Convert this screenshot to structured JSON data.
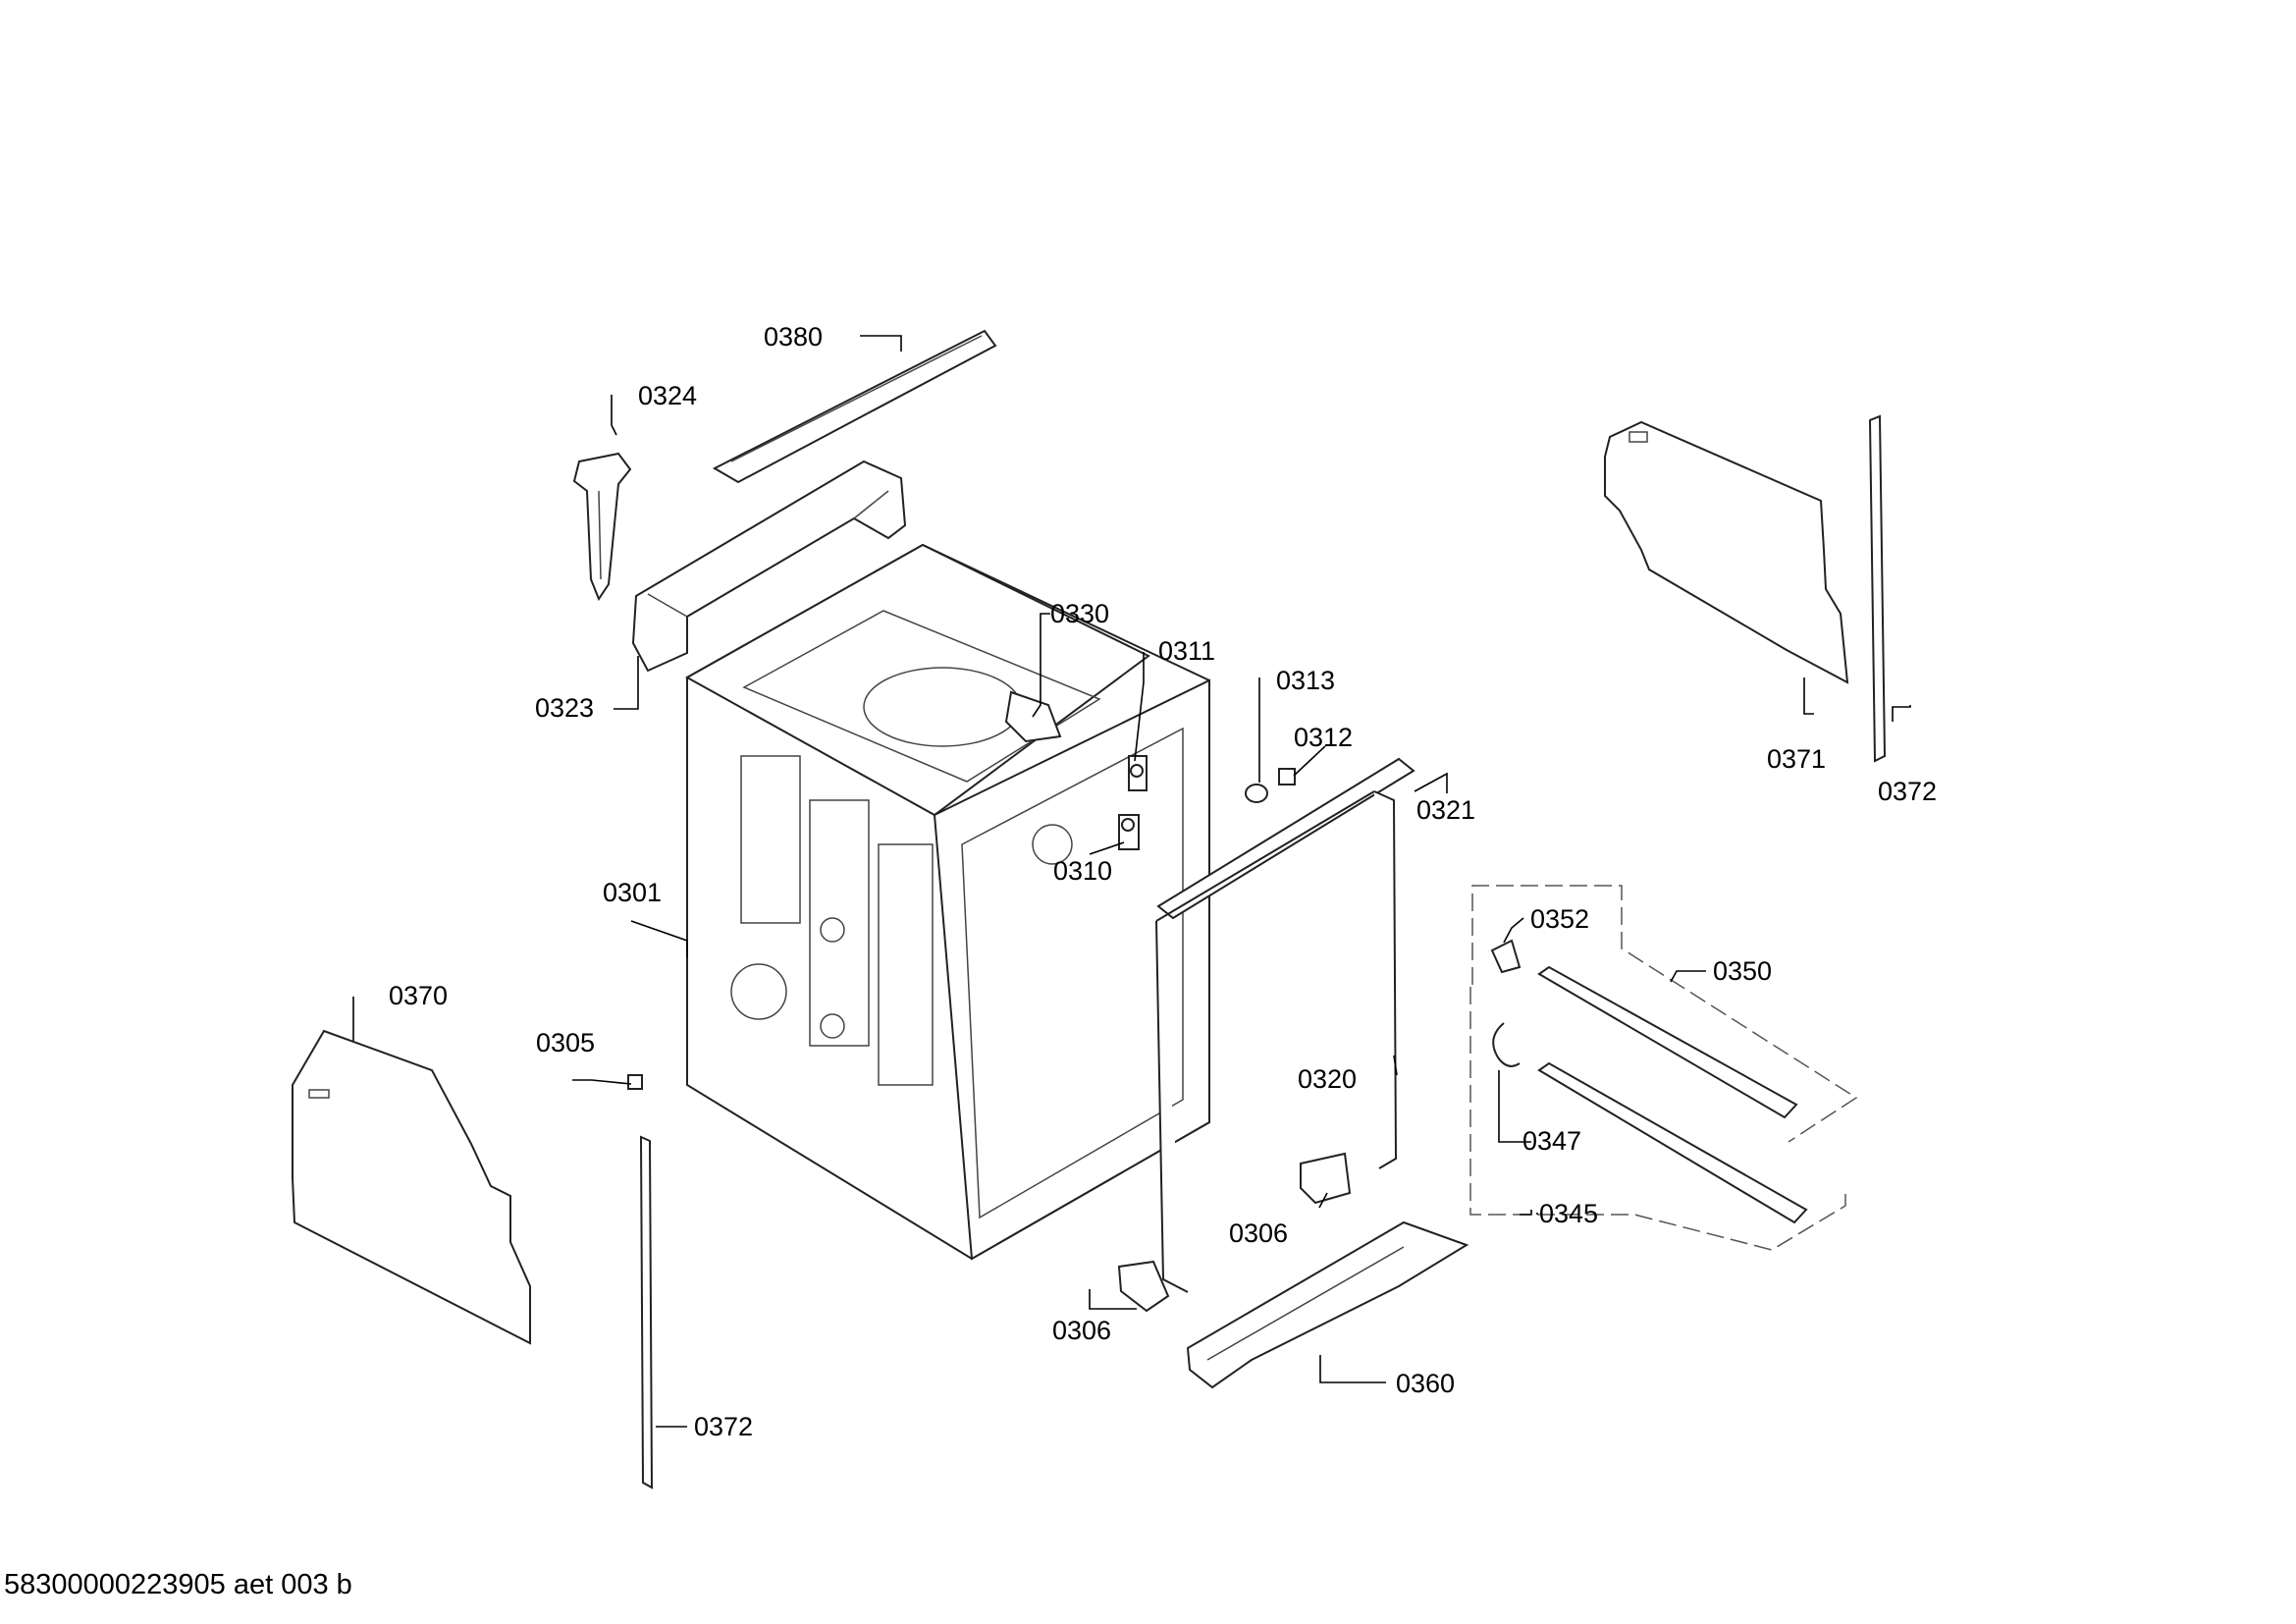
{
  "diagram": {
    "labels": {
      "p0380": "0380",
      "p0324": "0324",
      "p0323": "0323",
      "p0330": "0330",
      "p0311": "0311",
      "p0313": "0313",
      "p0312": "0312",
      "p0321": "0321",
      "p0310": "0310",
      "p0301": "0301",
      "p0352": "0352",
      "p0350": "0350",
      "p0320": "0320",
      "p0370": "0370",
      "p0305": "0305",
      "p0347": "0347",
      "p0306a": "0306",
      "p0345": "0345",
      "p0306b": "0306",
      "p0360": "0360",
      "p0372a": "0372",
      "p0371": "0371",
      "p0372b": "0372"
    },
    "footer": "58300000223905 aet 003 b"
  }
}
